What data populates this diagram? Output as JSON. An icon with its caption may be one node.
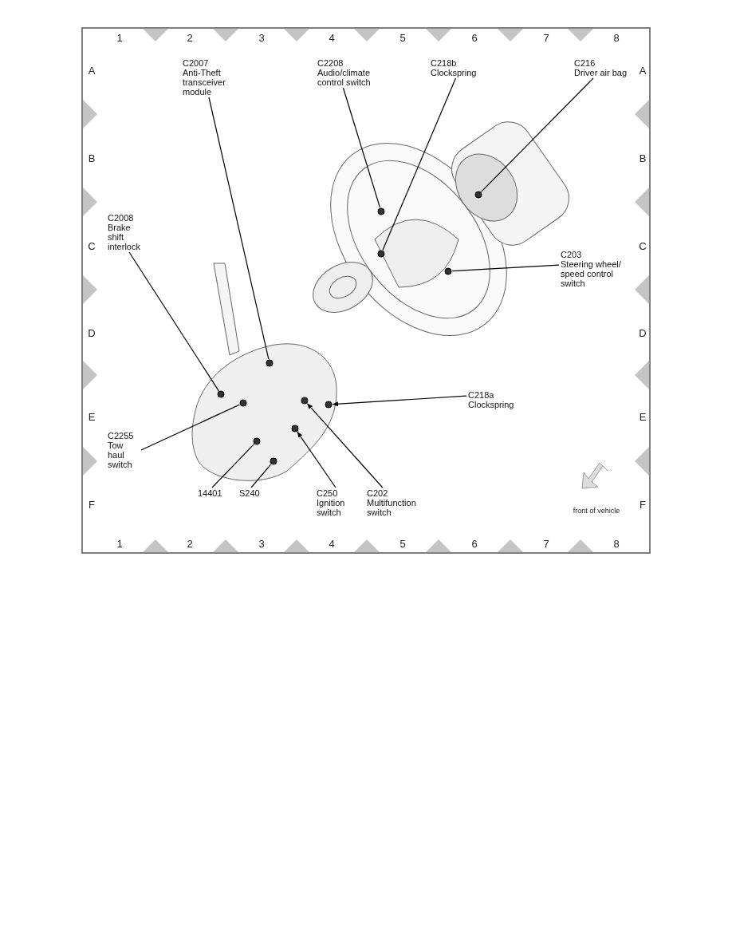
{
  "diagram": {
    "nodes": [
      {
        "text": [
          "C2007 Anti-Theft transceiver module"
        ]
      },
      {
        "text": [
          "C2208 Audio/climate control switch"
        ]
      },
      {
        "text": [
          "C218b Clockspring"
        ]
      },
      {
        "text": [
          "C216 Driver air bag"
        ]
      },
      {
        "text": [
          "C2008 Brake shift interlock"
        ]
      },
      {
        "text": [
          "C203 Steering wheel/ speed control switch"
        ]
      },
      {
        "text": [
          "C218a Clockspring"
        ]
      },
      {
        "text": [
          "C2255 Tow haul switch"
        ]
      },
      {
        "text": [
          "14401"
        ]
      },
      {
        "text": [
          "S240"
        ]
      },
      {
        "text": [
          "C250 Ignition switch"
        ]
      },
      {
        "text": [
          "C202 Multifunction switch"
        ]
      },
      {
        "text": [],
        "shape": "circle"
      },
      {
        "text": [],
        "shape": "circle"
      },
      {
        "text": [],
        "shape": "circle"
      },
      {
        "text": [],
        "shape": "circle"
      },
      {
        "text": [],
        "shape": "circle"
      },
      {
        "text": [],
        "shape": "circle"
      },
      {
        "text": [],
        "shape": "circle"
      },
      {
        "text": [],
        "shape": "circle"
      },
      {
        "text": [],
        "shape": "circle"
      },
      {
        "text": [],
        "shape": "circle"
      },
      {
        "text": [],
        "shape": "circle"
      },
      {
        "text": [],
        "shape": "circle"
      }
    ],
    "edges": [
      {
        "from": 0,
        "to": 15,
        "arrow": "none"
      },
      {
        "from": 1,
        "to": 20,
        "arrow": "none"
      },
      {
        "from": 2,
        "to": 21,
        "arrow": "none"
      },
      {
        "from": 3,
        "to": 23,
        "arrow": "none"
      },
      {
        "from": 4,
        "to": 12,
        "arrow": "none"
      },
      {
        "from": 5,
        "to": 22,
        "arrow": "none"
      },
      {
        "from": 6,
        "to": 19,
        "arrow": "to"
      },
      {
        "from": 7,
        "to": 13,
        "arrow": "none"
      },
      {
        "from": 8,
        "to": 14,
        "arrow": "none"
      },
      {
        "from": 9,
        "to": 16,
        "arrow": "none"
      },
      {
        "from": 10,
        "to": 17,
        "arrow": "to"
      },
      {
        "from": 11,
        "to": 18,
        "arrow": "to"
      }
    ],
    "labels": [
      "1",
      "2",
      "3",
      "4",
      "5",
      "6",
      "7",
      "8",
      "A",
      "A",
      "B",
      "B",
      "C",
      "C",
      "D",
      "D",
      "E",
      "E",
      "F",
      "front of vehicle",
      "F",
      "1",
      "2",
      "3",
      "4",
      "5",
      "6",
      "7",
      "8"
    ]
  }
}
